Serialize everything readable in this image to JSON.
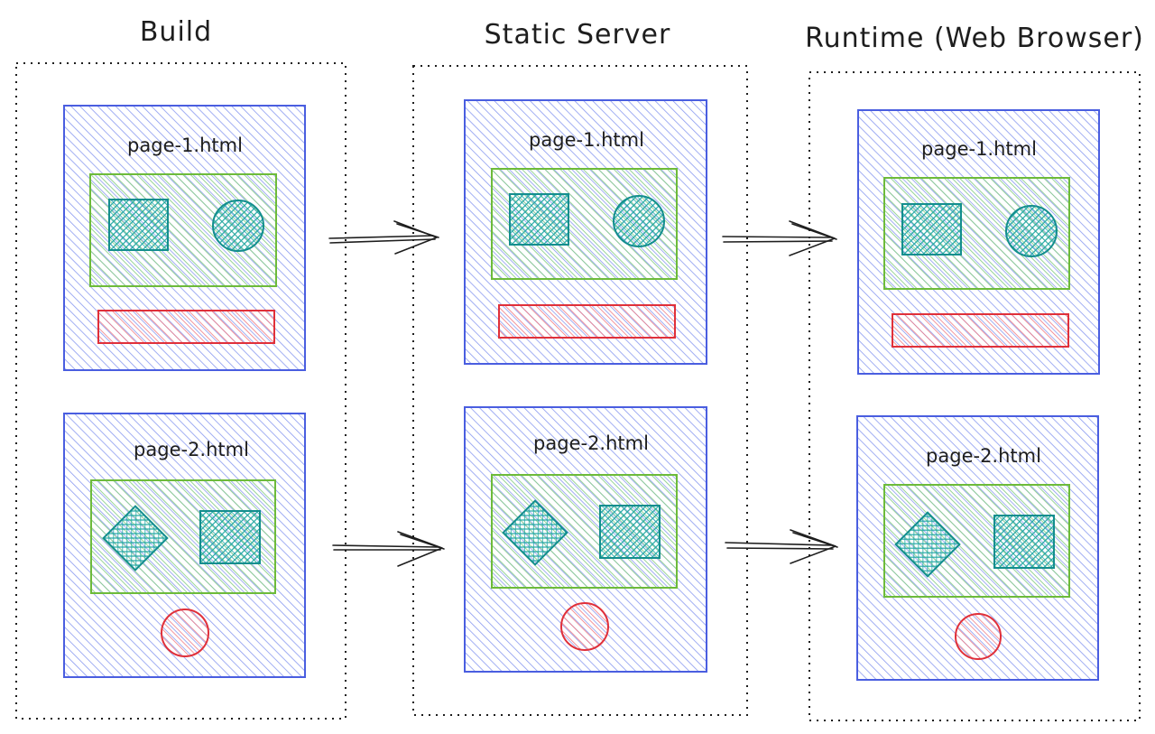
{
  "columns": [
    {
      "title": "Build",
      "pages": [
        {
          "title": "page-1.html",
          "shapes": [
            "square",
            "circle"
          ],
          "footer": "red-bar"
        },
        {
          "title": "page-2.html",
          "shapes": [
            "diamond",
            "square"
          ],
          "footer": "red-circle"
        }
      ]
    },
    {
      "title": "Static Server",
      "pages": [
        {
          "title": "page-1.html",
          "shapes": [
            "square",
            "circle"
          ],
          "footer": "red-bar"
        },
        {
          "title": "page-2.html",
          "shapes": [
            "diamond",
            "square"
          ],
          "footer": "red-circle"
        }
      ]
    },
    {
      "title": "Runtime (Web Browser)",
      "pages": [
        {
          "title": "page-1.html",
          "shapes": [
            "square",
            "circle"
          ],
          "footer": "red-bar"
        },
        {
          "title": "page-2.html",
          "shapes": [
            "diamond",
            "square"
          ],
          "footer": "red-circle"
        }
      ]
    }
  ],
  "colors": {
    "page_border": "#4a5ee0",
    "page_hatch": "#8a9af0",
    "section_border": "#6dbb3a",
    "section_hatch": "#8cd08a",
    "shape_border": "#138e8e",
    "shape_hatch": "#1fa7a4",
    "red_border": "#e0303a",
    "red_hatch": "#f07a82",
    "dotted_border": "#1e1e1e",
    "arrow": "#1e1e1e"
  }
}
